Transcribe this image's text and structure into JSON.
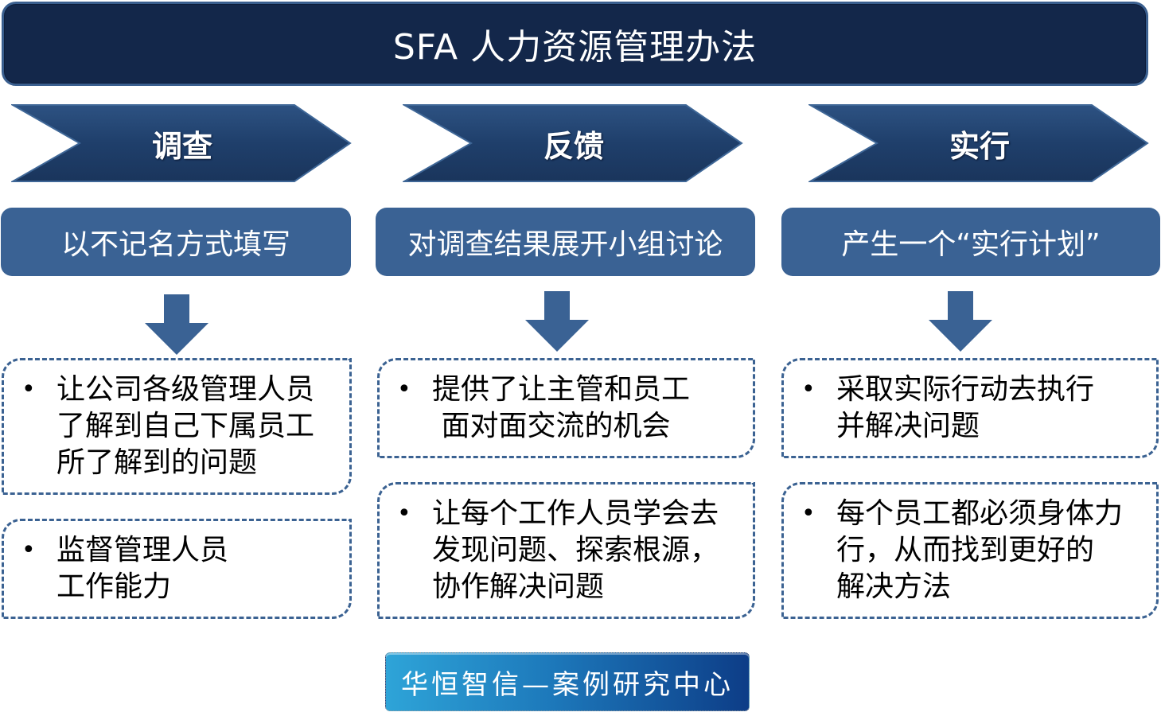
{
  "title": "SFA 人力资源管理办法",
  "colors": {
    "title_bg": "#13274a",
    "chevron": "#1f3f6b",
    "sub_box": "#3a6294",
    "card_border": "#3b6292",
    "arrow": "#3a6294",
    "footer_gradient_start": "#2ea4d8",
    "footer_gradient_end": "#0d3d87"
  },
  "steps": [
    {
      "label": "调查",
      "description": "以不记名方式填写",
      "cards": [
        {
          "bullet": "•",
          "lines": [
            "让公司各级管理人员",
            "了解到自己下属员工",
            "所了解到的问题"
          ]
        },
        {
          "bullet": "•",
          "lines": [
            "监督管理人员",
            "工作能力"
          ]
        }
      ]
    },
    {
      "label": "反馈",
      "description": "对调查结果展开小组讨论",
      "cards": [
        {
          "bullet": "•",
          "lines": [
            "提供了让主管和员工",
            " 面对面交流的机会"
          ]
        },
        {
          "bullet": "•",
          "lines": [
            "让每个工作人员学会去",
            "发现问题、探索根源，",
            "协作解决问题"
          ]
        }
      ]
    },
    {
      "label": "实行",
      "description": "产生一个“实行计划”",
      "cards": [
        {
          "bullet": "•",
          "lines": [
            "采取实际行动去执行",
            "并解决问题"
          ]
        },
        {
          "bullet": "•",
          "lines": [
            "每个员工都必须身体力",
            "行，从而找到更好的",
            "解决方法"
          ]
        }
      ]
    }
  ],
  "footer": "华恒智信—案例研究中心",
  "icons": {
    "step_shape": "chevron-arrow",
    "flow_arrow": "down-arrow-icon",
    "bullet": "bullet-dot"
  }
}
